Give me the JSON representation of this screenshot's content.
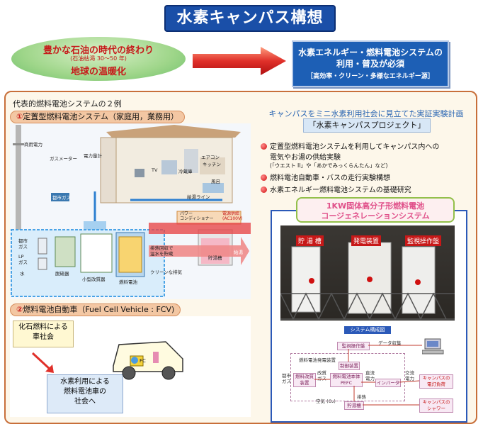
{
  "title": "水素キャンパス構想",
  "oval": {
    "line1": "豊かな石油の時代の終わり",
    "line2": "(石油枯渇 30～50 年)",
    "line3": "地球の温暖化"
  },
  "target": {
    "line1": "水素エネルギー・燃料電池システムの",
    "line2": "利用・普及が必須",
    "line3": "［高効率・クリーン・多様なエネルギー源］"
  },
  "panel": {
    "heading": "代表的燃料電池システムの２例",
    "sec1": {
      "num": "①",
      "label": "定置型燃料電池システム（家庭用，業務用）"
    },
    "sec2": {
      "num": "②",
      "label": "燃料電池自動車（Fuel Cell Vehicle : FCV)"
    }
  },
  "diagram1": {
    "labels": {
      "shoden": "商用電力",
      "gasmeter": "ガスメーター",
      "meter": "電力量計",
      "aircon": "エアコン",
      "kitchen": "キッチン",
      "tv": "TV",
      "fridge": "冷蔵庫",
      "bath": "風呂",
      "kyuto": "給湯ライン",
      "toshigas": "都市ガス",
      "pc": "パワー\nコンディショナー",
      "output": "電源供給\n(AC100V)",
      "toshi2": "都市\nガス",
      "lp": "LP\nガス",
      "water": "水",
      "desulf": "脱硫器",
      "reformer": "小型改質器",
      "stack": "燃料電池",
      "heat": "排熱回収で\n温水を貯蔵",
      "tank": "貯湯槽",
      "supply": "給湯",
      "clean": "クリーンな排気"
    }
  },
  "diagram2": {
    "fossil": "化石燃料による\n車社会",
    "hydrogen": "水素利用による\n燃料電池車の\n社会へ",
    "fc": "FC"
  },
  "project": {
    "line": "キャンパスをミニ水素利用社会に見立てた実証実験計画",
    "box": "「水素キャンパスプロジェクト」"
  },
  "bullets": [
    {
      "text": "定置型燃料電池システムを利用してキャンパス内への",
      "text2": "電気やお湯の供給実験",
      "sub": "(「ウエスト II」や「あかでみっくらんたん」など)"
    },
    {
      "text": "燃料電池自動車・バスの走行実験構想"
    },
    {
      "text": "水素エネルギー燃料電池システムの基礎研究"
    }
  ],
  "kw": {
    "line1": "1KW固体高分子形燃料電池",
    "line2": "コージェネレーションシステム"
  },
  "photo": {
    "tank": "貯 湯 槽",
    "gen": "発電装置",
    "monitor": "監視操作盤"
  },
  "system": {
    "title": "システム構成図",
    "monitor": "監視操作盤",
    "dataline": "データ収集",
    "unit": "燃料電池発電装置",
    "control": "制御装置",
    "reform": "燃料改質装置",
    "reformgas": "改質\nガス",
    "fcbody": "燃料電池本体\nPEFC",
    "dc": "直流\n電力",
    "inverter": "インバータ",
    "ac": "交流\n電力",
    "toshigas": "都市\nガス",
    "air": "空気 (O₂)",
    "heatrecov": "排熱",
    "storage": "貯湯槽",
    "campus_power": "キャンパスの\n電灯負荷",
    "campus_shower": "キャンパスの\nシャワー"
  },
  "colors": {
    "title_bg": "#1a4fa8",
    "target_bg": "#1d5fb5",
    "arrow": "#e0302a",
    "panel_border": "#c86f3a",
    "accent_red": "#c61a1a",
    "kw_text": "#e0508a"
  }
}
